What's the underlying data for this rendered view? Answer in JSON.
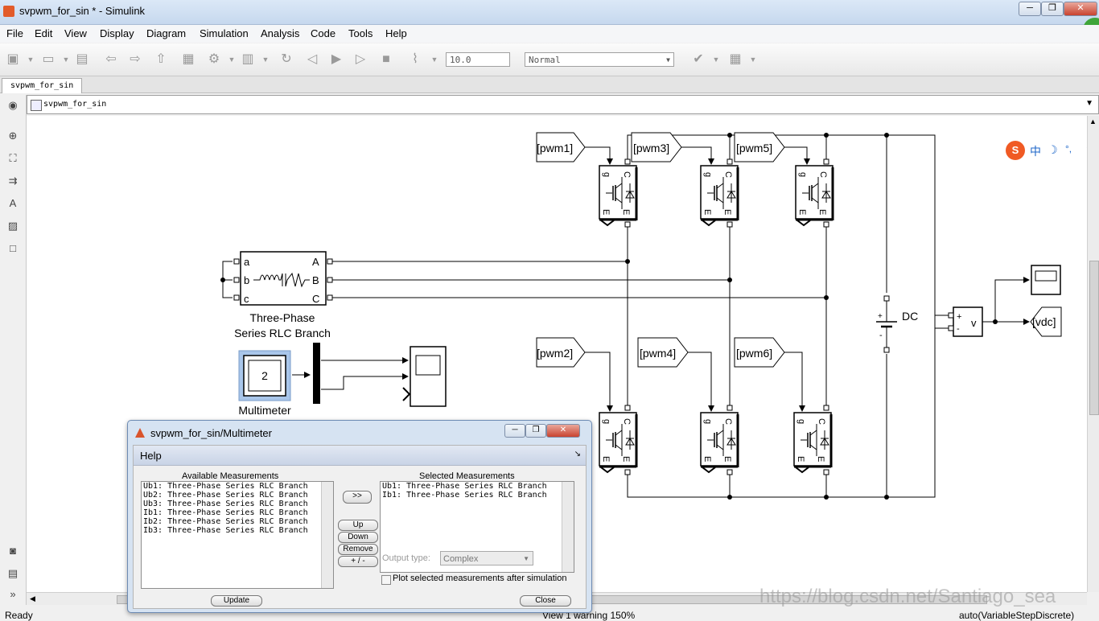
{
  "window": {
    "title": "svpwm_for_sin * - Simulink",
    "controls": [
      "─",
      "❐",
      "✕"
    ]
  },
  "menu": [
    "File",
    "Edit",
    "View",
    "Display",
    "Diagram",
    "Simulation",
    "Analysis",
    "Code",
    "Tools",
    "Help"
  ],
  "toolbar": {
    "stop_time": "10.0",
    "sim_mode": "Normal"
  },
  "tab": {
    "label": "svpwm_for_sin"
  },
  "breadcrumb": {
    "path": "svpwm_for_sin"
  },
  "diagram": {
    "goto_tags": [
      "[pwm1]",
      "[pwm3]",
      "[pwm5]",
      "[pwm2]",
      "[pwm4]",
      "[pwm6]",
      "[vdc]"
    ],
    "rlc": {
      "ports_left": [
        "a",
        "b",
        "c"
      ],
      "ports_right": [
        "A",
        "B",
        "C"
      ],
      "label_line1": "Three-Phase",
      "label_line2": "Series RLC Branch"
    },
    "multimeter": {
      "value": "2",
      "label": "Multimeter"
    },
    "dc_source": {
      "label": "DC",
      "plus": "+",
      "minus": "-"
    },
    "voltage_meter": {
      "plus": "+",
      "minus": "-",
      "v": "v"
    },
    "igbt": {
      "g": "g",
      "c": "C",
      "e": "E"
    }
  },
  "ime_toolbar": {
    "chars": [
      "中",
      "☽",
      "°,"
    ]
  },
  "status": {
    "left": "Ready",
    "middle": "View 1 warning  150%",
    "right": "auto(VariableStepDiscrete)"
  },
  "dialog": {
    "title": "svpwm_for_sin/Multimeter",
    "help": "Help",
    "available_label": "Available Measurements",
    "available": [
      "Ub1: Three-Phase Series RLC Branch",
      "Ub2: Three-Phase Series RLC Branch",
      "Ub3: Three-Phase Series RLC Branch",
      "Ib1: Three-Phase Series RLC Branch",
      "Ib2: Three-Phase Series RLC Branch",
      "Ib3: Three-Phase Series RLC Branch"
    ],
    "selected_label": "Selected Measurements",
    "selected": [
      "Ub1: Three-Phase Series RLC Branch",
      "Ib1: Three-Phase Series RLC Branch"
    ],
    "buttons": {
      "add": ">>",
      "up": "Up",
      "down": "Down",
      "remove": "Remove",
      "plusminus": "+ / -",
      "update": "Update",
      "close": "Close"
    },
    "output_type_label": "Output type:",
    "output_type_value": "Complex",
    "plot_checkbox_label": "Plot selected measurements after simulation"
  },
  "watermark": "https://blog.csdn.net/Santiago_sea",
  "colors": {
    "wire": "#000000",
    "canvas": "#ffffff",
    "multimeter_highlight": "#a9c6ea"
  }
}
